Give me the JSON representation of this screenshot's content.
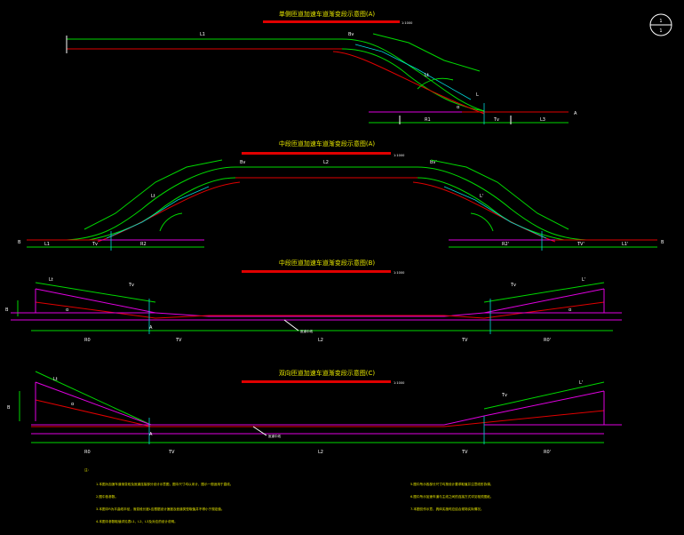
{
  "north_symbol": {
    "top": "1",
    "bottom": "1"
  },
  "sections": [
    {
      "title": "单侧匝道加速车道渐变段示意图(A)",
      "scale": "1:1000"
    },
    {
      "title": "中段匝道加速车道渐变段示意图(A)",
      "scale": "1:1000"
    },
    {
      "title": "中段匝道加速车道渐变段示意图(B)",
      "scale": "1:1000"
    },
    {
      "title": "双向匝道加速车道渐变段示意图(C)",
      "scale": "1:1000"
    }
  ],
  "labels": {
    "L1": "L1",
    "L2": "L2",
    "L3": "L3",
    "Lprime": "L'",
    "L1prime": "L1'",
    "Tv": "Tv",
    "TVprime": "TV'",
    "TV": "TV",
    "Bv": "Bv",
    "Bvprime": "Bv'",
    "R1": "R1",
    "R2": "R2",
    "R2prime": "R2'",
    "R0": "R0",
    "R0prime": "R0'",
    "Lt": "Lt",
    "L": "L",
    "alpha": "α",
    "A": "A",
    "B": "B",
    "callout_b": "匝道中线",
    "callout_c": "匝道中线"
  },
  "notes": {
    "header": "注:",
    "left": [
      "1.本图为加速车道渐变段及匝道连接部分设计示意图，图中尺寸均以米计，图示一般适用于直线。",
      "2.图中各参数。",
      "3.本图中R为平曲线半径，渐变段长度L应根据设计速度及匝道类型取值并不得小于规定值。",
      "4.本图中参数取值详见表L1、L2、L3及对应的设计说明。"
    ],
    "right": [
      "5.图中所示各部分尺寸均按设计要求取值并注意线形协调。",
      "6.图中所示加速车道与主线之间的连接方式详见相关图纸。",
      "7.本图仅作示意，具体实施时应结合现场实际情况。"
    ]
  }
}
